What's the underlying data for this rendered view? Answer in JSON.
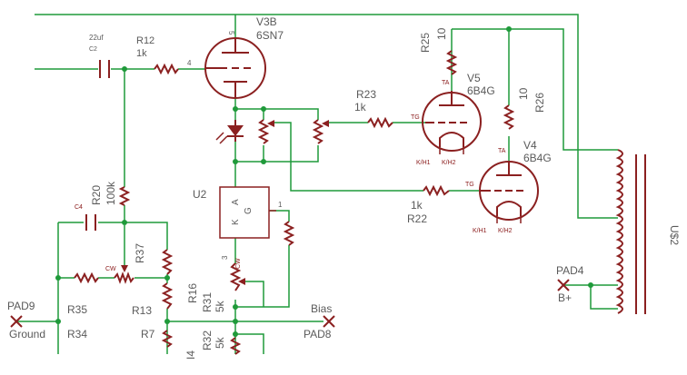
{
  "colors": {
    "wire": "#1f9a3a",
    "part": "#8b2020",
    "label": "#5a5a5a"
  },
  "parts": {
    "c2": {
      "value": "22uf",
      "name": "C2"
    },
    "r12": {
      "name": "R12",
      "value": "1k",
      "pin": "4"
    },
    "v3b": {
      "name": "V3B",
      "type": "6SN7",
      "pin": "5"
    },
    "r25": {
      "name": "R25",
      "value": "10"
    },
    "v5": {
      "name": "V5",
      "type": "6B4G",
      "ta": "TA",
      "tg": "TG",
      "kh1": "K/H1",
      "kh2": "K/H2"
    },
    "r26": {
      "name": "R26",
      "value": "10"
    },
    "v4": {
      "name": "V4",
      "type": "6B4G",
      "ta": "TA",
      "tg": "TG",
      "kh1": "K/H1",
      "kh2": "K/H2"
    },
    "r23": {
      "name": "R23",
      "value": "1k"
    },
    "r22": {
      "name": "R22",
      "value": "1k"
    },
    "u2": {
      "name": "U2",
      "k": "K",
      "a": "A",
      "g": "G",
      "pin1": "1",
      "pin3": "3"
    },
    "r20": {
      "name": "R20",
      "value": "100k"
    },
    "c4": {
      "name": "C4"
    },
    "r37": {
      "name": "R37",
      "cw": "CW"
    },
    "r35": {
      "name": "R35"
    },
    "r34": {
      "name": "R34"
    },
    "r13": {
      "name": "R13"
    },
    "r7": {
      "name": "R7"
    },
    "r16": {
      "name": "R16"
    },
    "r31": {
      "name": "R31",
      "value": "5k",
      "cw": "CW"
    },
    "r32": {
      "name": "R32",
      "value": "5k"
    },
    "r14": {
      "name": "I4"
    },
    "u_out": {
      "name": "U$2"
    }
  },
  "pads": {
    "pad9": {
      "name": "PAD9",
      "net": "Ground"
    },
    "pad8": {
      "name": "PAD8",
      "net": "Bias"
    },
    "pad4": {
      "name": "PAD4",
      "net": "B+"
    }
  }
}
